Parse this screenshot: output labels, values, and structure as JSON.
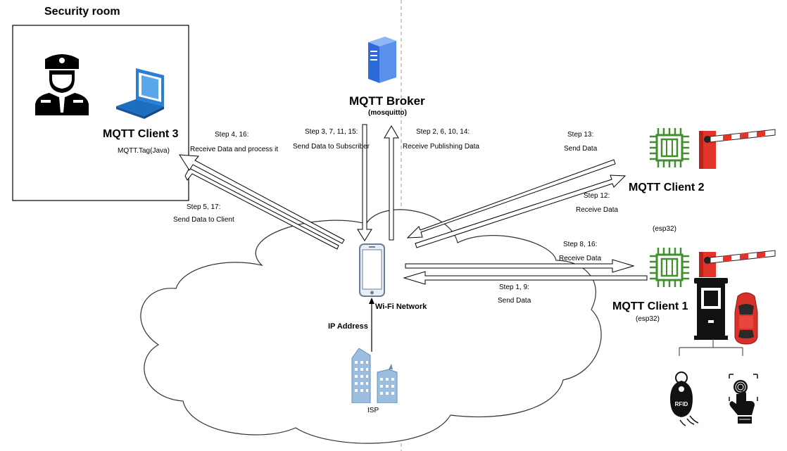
{
  "security_room": {
    "title": "Security room"
  },
  "client3": {
    "title": "MQTT Client 3",
    "subtitle": "MQTT.Tag(Java)"
  },
  "broker": {
    "title": "MQTT Broker",
    "subtitle": "(mosquitto)"
  },
  "client2": {
    "title": "MQTT Client 2",
    "subtitle": "(esp32)"
  },
  "client1": {
    "title": "MQTT Client 1",
    "subtitle": "(esp32)"
  },
  "network": {
    "label": "Wi-Fi Network",
    "ip_label": "IP Address",
    "isp_label": "ISP"
  },
  "steps": {
    "s4_16": {
      "title": "Step 4, 16:",
      "text": "Receive Data and process it"
    },
    "s5_17": {
      "title": "Step 5, 17:",
      "text": "Send Data to Client"
    },
    "s3": {
      "title": "Step 3, 7, 11, 15:",
      "text": "Send Data to Subscriber"
    },
    "s2": {
      "title": "Step 2, 6, 10, 14:",
      "text": "Receive Publishing Data"
    },
    "s13": {
      "title": "Step 13:",
      "text": "Send Data"
    },
    "s12": {
      "title": "Step 12:",
      "text": "Receive Data"
    },
    "s8_16": {
      "title": "Step 8, 16:",
      "text": "Receive Data"
    },
    "s1_9": {
      "title": "Step 1, 9:",
      "text": "Send Data"
    }
  },
  "icons": [
    "security-guard-icon",
    "laptop-icon",
    "server-icon",
    "smartphone-icon",
    "city-buildings-icon",
    "microchip-icon",
    "barrier-gate-icon",
    "parking-kiosk-icon",
    "car-icon",
    "rfid-tag-icon",
    "fingerprint-icon"
  ],
  "colors": {
    "chip_green": "#3f8f2f",
    "barrier_red": "#e2342a",
    "laptop_blue": "#2a7fd4",
    "server_blue": "#2b6ad8",
    "car_red": "#d9302a"
  }
}
